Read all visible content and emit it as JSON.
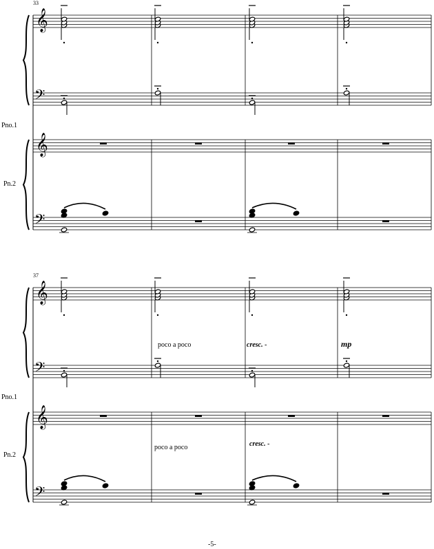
{
  "page_number": "-5-",
  "instruments": {
    "piano1": "Pno.1",
    "piano2": "Pn.2"
  },
  "systems": [
    {
      "start_measure": "33",
      "directions": []
    },
    {
      "start_measure": "37",
      "directions": {
        "pno1": [
          "poco a poco",
          "cresc. -",
          "mp"
        ],
        "pn2": [
          "poco a poco",
          "cresc. -"
        ]
      }
    }
  ]
}
